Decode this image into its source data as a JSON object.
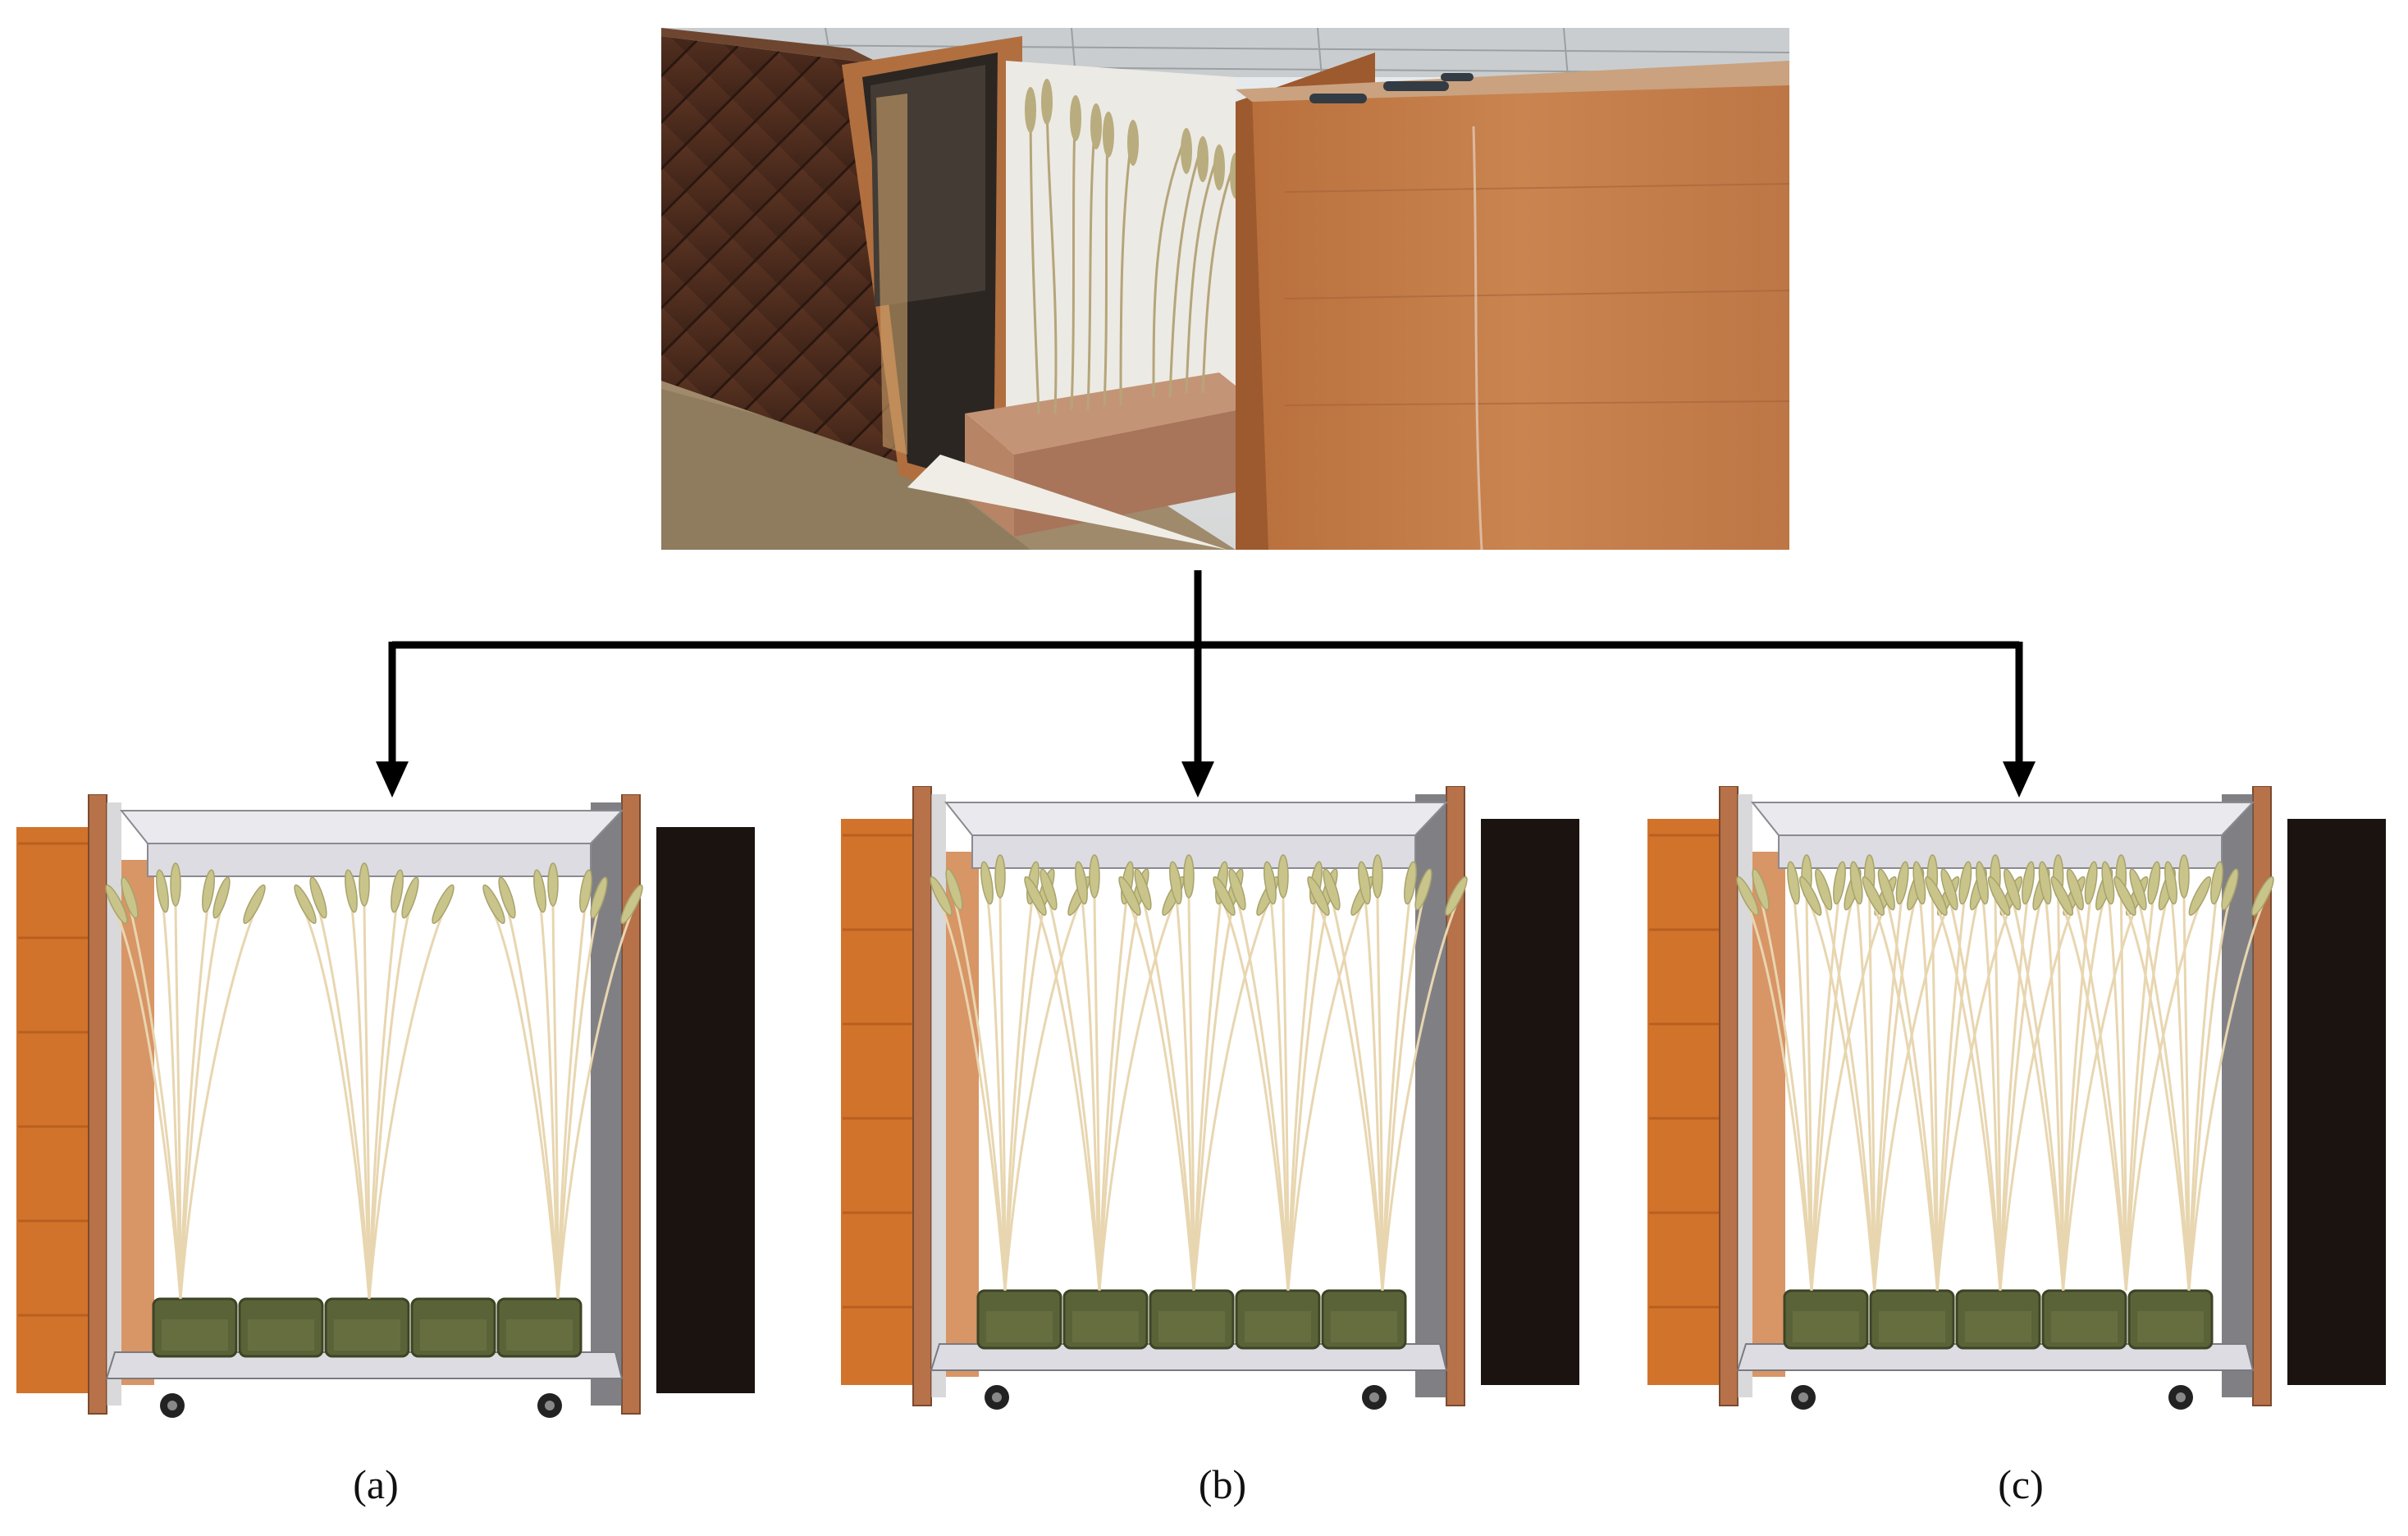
{
  "photo": {
    "subject": "wooden-chamber-photo"
  },
  "panels": [
    {
      "id": "a",
      "label": "(a)",
      "stem_groups": 3
    },
    {
      "id": "b",
      "label": "(b)",
      "stem_groups": 5
    },
    {
      "id": "c",
      "label": "(c)",
      "stem_groups": 7
    }
  ],
  "colors": {
    "wood_left": "#d2732b",
    "wood_frame": "#b7724a",
    "dark_panel": "#1a1310",
    "soil": "#5a6238",
    "stem": "#e8d6b0",
    "spike": "#c9c48a",
    "arrow": "#000000"
  }
}
